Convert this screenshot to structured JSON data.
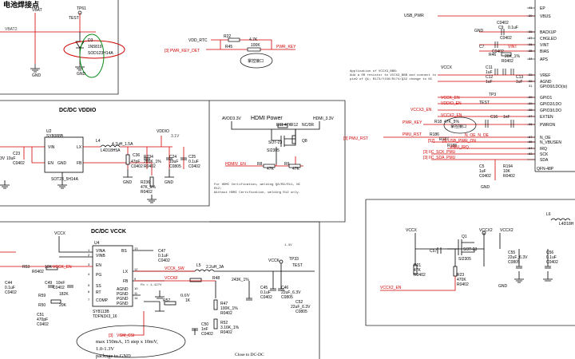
{
  "sections": {
    "battery_title": "电池焊接点",
    "dcdc_vddio": "DC/DC VDDIO",
    "hdmi_power": "HDMI Power",
    "dcdc_vcck": "DC/DC VCCK"
  },
  "battery": {
    "vbat": "VBAT",
    "vbat2": "VBAT2",
    "tp": "TP61",
    "test": "TEST",
    "d3": "D3",
    "d3_part": "1N5819",
    "d3_pkg": "SOD123H14A",
    "gnd1": "GND",
    "gnd2": "GND"
  },
  "rtc": {
    "vdd_rtc": "VDD_RTC",
    "r22": "R22",
    "r22v": "4.7K",
    "r45": "R45",
    "r45v": "100K",
    "pwr_key": "PWR_KEY",
    "pwr_key_det": "[3]  PWR_KEY_DET",
    "note": "掌控接口"
  },
  "pmu": {
    "usb_pwr": "USB_PWR",
    "gnd": "GND",
    "c_top": "C0402",
    "c9": "C9",
    "c9v": "0.1uF",
    "c9p": "C0402",
    "c7": "C7",
    "c7p": "C0402",
    "vint": "VINT",
    "r46": "R46",
    "r46v": "20K_1%",
    "r46p": "R0402",
    "c11": "C11",
    "c11v": "1uF",
    "c12": "C12",
    "c12v": "1uF",
    "c13": "C13",
    "c13v": "1uF",
    "note1": "Application of VCCX3_BBB:",
    "note2": "Add a 0R resistor to VCCX3_BBB and connect to",
    "note3": "pin9 of Q1;  R173/Y156/R174/Q32 change to NC",
    "vccx": "VCCX",
    "pin_nums": [
      "41",
      "39",
      "38",
      "37",
      "36",
      "35",
      "34",
      "33",
      "32",
      "31",
      "30",
      "29",
      "28",
      "27",
      "26",
      "67",
      "65",
      "64",
      "63"
    ],
    "pins": [
      "EP",
      "VBUS",
      "BACKUP",
      "CHGLED",
      "VINT",
      "BIAS",
      "APS",
      "VREF",
      "AGND",
      "GPIO0/LDO(io)",
      "GPIO1",
      "GPIO2/LDO",
      "GPIO3/LDO",
      "EXTEN",
      "PWRON",
      "N_OE",
      "N_VBUSEN",
      "IRQ",
      "SCK",
      "SDA"
    ],
    "tp3": "TP3",
    "test": "TEST",
    "vcck_en": "VCCK_EN",
    "vddio_en": "VDDIO_EN",
    "vccx3_en": "VCCX3_EN",
    "vccx2_en": "VCCX2_EN",
    "pwr_key": "PWR_KEY",
    "r18": "R18",
    "r18v": "47K_5%",
    "c16": "C16",
    "c16v": "1nF",
    "pmu_rst": "PMU_RST",
    "pmu_rst2": "[3]  PMU_RST",
    "r186": "R186",
    "n_oe": "N_OE_N_OE",
    "r187": "R187",
    "r188": "R188",
    "usb_pwr_on": "[3] USB_PWR_ON",
    "pmu_irq": "PMU_IRQ",
    "iic_sck": "[3]  IIC_SCK_PMU",
    "iic_sda": "[3]  IIC_SDA_PMU",
    "pin57": "[57]",
    "c5": "C5",
    "c5v": "1uF",
    "c5p": "C0402",
    "r194": "R194",
    "r194v": "10K",
    "r194p": "R0402",
    "gnd2": "GND",
    "qfn": "QFN-48P",
    "note": "掌控接口"
  },
  "vddio": {
    "u2": "U2",
    "u2_part": "SY8088B",
    "vin": "VIN",
    "en": "EN",
    "gnd": "GND",
    "lx": "LX",
    "fb": "FB",
    "vcc3v": "3V",
    "c23": "C23",
    "c23v": "10uF",
    "c23p": "C0402",
    "u2_pkg": "SOT23_5H14A",
    "l4": "L4",
    "l4v": "4.7uH_1.5A",
    "l4p": "L4D18H5A",
    "vddio": "VDDIO",
    "v": "3.1V",
    "c36": "C36",
    "c36v": "47pF",
    "c36p": "C0402",
    "r234": "R234",
    "r234v": "200K_1%",
    "r234p": "R0402",
    "c24": "C24",
    "c24v": "10uF",
    "c24p": "C0805",
    "c25": "C25",
    "c25v": "0.1uF",
    "c25p": "C0402",
    "r236": "R236",
    "r236v": "47K_1%",
    "r236p": "R0402",
    "gnd1": "GND",
    "gnd2": "GND"
  },
  "hdmi": {
    "avdd": "AVDD3.3V",
    "hdmi33": "HDMI_3.3V",
    "r11": "R11",
    "r11v": "47K",
    "r12": "R12",
    "r12v": "NC/0R",
    "q_pkg": "SOT-23",
    "q": "SI2305",
    "q8": "Q8",
    "en": "HDMIV_EN",
    "r8": "R8",
    "r8v": "47K",
    "r9": "R9",
    "r9v": "47K",
    "note1": "For HDMI Certification, welding Q8/R9/R11, NC",
    "note2": "R12;",
    "note3": "Without HDMI Certification, welding R12 only."
  },
  "vcck": {
    "vccx": "VCCX",
    "u4": "U4",
    "vina": "VINA",
    "vinb": "VINB",
    "en": "EN",
    "pg": "PG",
    "ss": "SS",
    "rt": "RT",
    "comp": "COMP",
    "bs": "BS",
    "lx": "LX",
    "fb": "FB",
    "agnd": "AGND",
    "pgnd": "PGND",
    "pgnd2": "PGND",
    "pgnd3": "PGND",
    "u4_part": "SY8113B",
    "u4_pkg": "TDFN3X3_16",
    "pins_l": [
      "1",
      "2",
      "3",
      "4",
      "5",
      "6",
      "7"
    ],
    "pins_r": [
      "13",
      "12",
      "9",
      "10",
      "11",
      "14"
    ],
    "c47": "C47",
    "c47v": "0.1uF",
    "c47p": "C0402",
    "l5": "L5",
    "l5v": "2.2uH_3A",
    "vcck_sw": "VCCK_SW",
    "vcckf": "VCCKF",
    "r48": "R48",
    "r48v": "243K_1%",
    "fb_note": "Fb = 1.427V",
    "c44": "C44",
    "c44v": "0.1uF",
    "c44p": "C0402",
    "c49": "C49",
    "c49v": "10nF",
    "c49p": "C0402",
    "r53": "R53",
    "r53v": "10K",
    "r53p": "R0402",
    "vcck_en": "VCCK_EN",
    "r59": "R59",
    "r59v": "182K",
    "r50": "R50",
    "r50v": "20K",
    "c51": "C51",
    "c51v": "470pF",
    "c51p": "C0402",
    "r57": "R57",
    "r57v": "1K",
    "vcck": "VCCK",
    "tp33": "TP33",
    "test": "TEST",
    "c45": "C45",
    "c45v": "0.1uF",
    "c45p": "C0402",
    "c46": "C46",
    "c46v": "22uF_6.3V",
    "c46p": "C0805",
    "c52": "C52",
    "c52v": "22uF_6.3V",
    "c52p": "C0805",
    "r47": "R47",
    "r47v": "100K_1%",
    "r47p": "R0402",
    "r52": "R52",
    "r52v": "3.16K_1%",
    "r52p": "R0402",
    "c50": "C50",
    "c50v": "1nF",
    "c50p": "C0402",
    "v06": "0.6V",
    "v13": "1.3V",
    "vgm": "VGM_CSI",
    "vgm_num": "[3]",
    "note1": "max 150mA, 15 step x 10mV,",
    "note2": "1.0-1.3V",
    "note3": "package to GND",
    "close": "Close to DC-DC"
  },
  "vccx2": {
    "vccx": "VCCX",
    "vccx2": "VCCX2",
    "vccx2b": "VCCX2",
    "q1": "Q1",
    "q_pkg": "SOT-23",
    "q": "SI2305",
    "c57": "C57",
    "r21": "R21",
    "r21v": "47K",
    "r21p": "R0402",
    "r23": "R23",
    "r23v": "470K",
    "r23p": "R0402",
    "c55": "C55",
    "c55v": "22uF_6.3V",
    "c55p": "C0805",
    "c56": "C56",
    "c56v": "0.1uF",
    "c56p": "C0402",
    "en": "VCCX2_EN",
    "gnd": "GND",
    "l6": "L6",
    "l6p": "L4D18H"
  }
}
